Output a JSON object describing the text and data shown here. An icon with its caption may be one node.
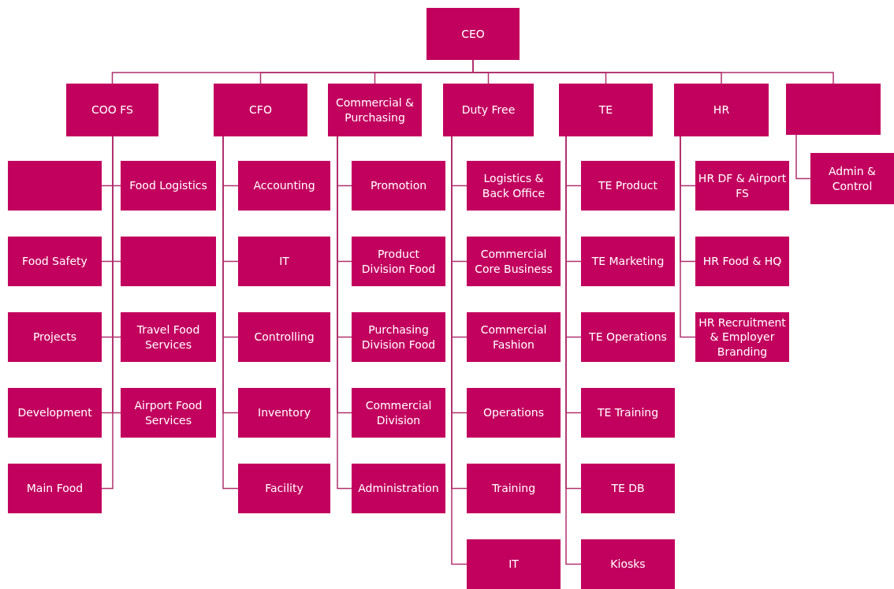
{
  "diagram": {
    "nodes": [
      {
        "text": [
          "CEO"
        ]
      },
      {
        "text": [
          "COO FS"
        ]
      },
      {
        "text": [
          "CFO"
        ]
      },
      {
        "text": [
          "Commercial  & Purchasing"
        ]
      },
      {
        "text": [
          "Duty Free"
        ]
      },
      {
        "text": [
          "TE"
        ]
      },
      {
        "text": [
          "HR"
        ]
      },
      {
        "text": [],
        "shape": "box"
      },
      {
        "text": [],
        "shape": "box"
      },
      {
        "text": [
          "Food Logistics"
        ]
      },
      {
        "text": [
          "Food Safety"
        ]
      },
      {
        "text": [],
        "shape": "box"
      },
      {
        "text": [
          "Projects"
        ]
      },
      {
        "text": [
          "Travel Food Services"
        ]
      },
      {
        "text": [
          "Development"
        ]
      },
      {
        "text": [
          "Airport Food Services"
        ]
      },
      {
        "text": [
          "Main Food"
        ]
      },
      {
        "text": [
          "Accounting"
        ]
      },
      {
        "text": [
          "IT"
        ]
      },
      {
        "text": [
          "Controlling"
        ]
      },
      {
        "text": [
          "Inventory"
        ]
      },
      {
        "text": [
          "Facility"
        ]
      },
      {
        "text": [
          "Promotion"
        ]
      },
      {
        "text": [
          "Product Division Food"
        ]
      },
      {
        "text": [
          "Purchasing Division Food"
        ]
      },
      {
        "text": [
          "Commercial Division"
        ]
      },
      {
        "text": [
          "Administration"
        ]
      },
      {
        "text": [
          "Logistics & Back Office"
        ]
      },
      {
        "text": [
          "Commercial Core Business"
        ]
      },
      {
        "text": [
          "Commercial Fashion"
        ]
      },
      {
        "text": [
          "Operations"
        ]
      },
      {
        "text": [
          "Training"
        ]
      },
      {
        "text": [
          "IT"
        ]
      },
      {
        "text": [
          "TE Product"
        ]
      },
      {
        "text": [
          "TE Marketing"
        ]
      },
      {
        "text": [
          "TE Operations"
        ]
      },
      {
        "text": [
          "TE Training"
        ]
      },
      {
        "text": [
          "TE DB"
        ]
      },
      {
        "text": [
          "Kiosks"
        ]
      },
      {
        "text": [
          "HR DF & Airport FS"
        ]
      },
      {
        "text": [
          "HR Food & HQ"
        ]
      },
      {
        "text": [
          "HR Recruitment & Employer Branding"
        ]
      },
      {
        "text": [
          "Admin & Control"
        ]
      }
    ],
    "edges": [
      {
        "from": 0,
        "to": 1,
        "arrow": "none"
      },
      {
        "from": 0,
        "to": 2,
        "arrow": "none"
      },
      {
        "from": 0,
        "to": 3,
        "arrow": "none"
      },
      {
        "from": 0,
        "to": 4,
        "arrow": "none"
      },
      {
        "from": 0,
        "to": 5,
        "arrow": "none"
      },
      {
        "from": 0,
        "to": 6,
        "arrow": "none"
      },
      {
        "from": 0,
        "to": 7,
        "arrow": "none"
      },
      {
        "from": 1,
        "to": 8,
        "arrow": "none"
      },
      {
        "from": 1,
        "to": 9,
        "arrow": "none"
      },
      {
        "from": 1,
        "to": 10,
        "arrow": "none"
      },
      {
        "from": 1,
        "to": 11,
        "arrow": "none"
      },
      {
        "from": 1,
        "to": 12,
        "arrow": "none"
      },
      {
        "from": 1,
        "to": 13,
        "arrow": "none"
      },
      {
        "from": 1,
        "to": 14,
        "arrow": "none"
      },
      {
        "from": 1,
        "to": 15,
        "arrow": "none"
      },
      {
        "from": 1,
        "to": 16,
        "arrow": "none"
      },
      {
        "from": 2,
        "to": 17,
        "arrow": "none"
      },
      {
        "from": 2,
        "to": 18,
        "arrow": "none"
      },
      {
        "from": 2,
        "to": 19,
        "arrow": "none"
      },
      {
        "from": 2,
        "to": 20,
        "arrow": "none"
      },
      {
        "from": 2,
        "to": 21,
        "arrow": "none"
      },
      {
        "from": 3,
        "to": 22,
        "arrow": "none"
      },
      {
        "from": 3,
        "to": 23,
        "arrow": "none"
      },
      {
        "from": 3,
        "to": 24,
        "arrow": "none"
      },
      {
        "from": 3,
        "to": 25,
        "arrow": "none"
      },
      {
        "from": 3,
        "to": 26,
        "arrow": "none"
      },
      {
        "from": 4,
        "to": 27,
        "arrow": "none"
      },
      {
        "from": 4,
        "to": 28,
        "arrow": "none"
      },
      {
        "from": 4,
        "to": 29,
        "arrow": "none"
      },
      {
        "from": 4,
        "to": 30,
        "arrow": "none"
      },
      {
        "from": 4,
        "to": 31,
        "arrow": "none"
      },
      {
        "from": 4,
        "to": 32,
        "arrow": "none"
      },
      {
        "from": 5,
        "to": 33,
        "arrow": "none"
      },
      {
        "from": 5,
        "to": 34,
        "arrow": "none"
      },
      {
        "from": 5,
        "to": 35,
        "arrow": "none"
      },
      {
        "from": 5,
        "to": 36,
        "arrow": "none"
      },
      {
        "from": 5,
        "to": 37,
        "arrow": "none"
      },
      {
        "from": 5,
        "to": 38,
        "arrow": "none"
      },
      {
        "from": 6,
        "to": 39,
        "arrow": "none"
      },
      {
        "from": 6,
        "to": 40,
        "arrow": "none"
      },
      {
        "from": 6,
        "to": 41,
        "arrow": "none"
      },
      {
        "from": 7,
        "to": 42,
        "arrow": "none"
      }
    ]
  }
}
